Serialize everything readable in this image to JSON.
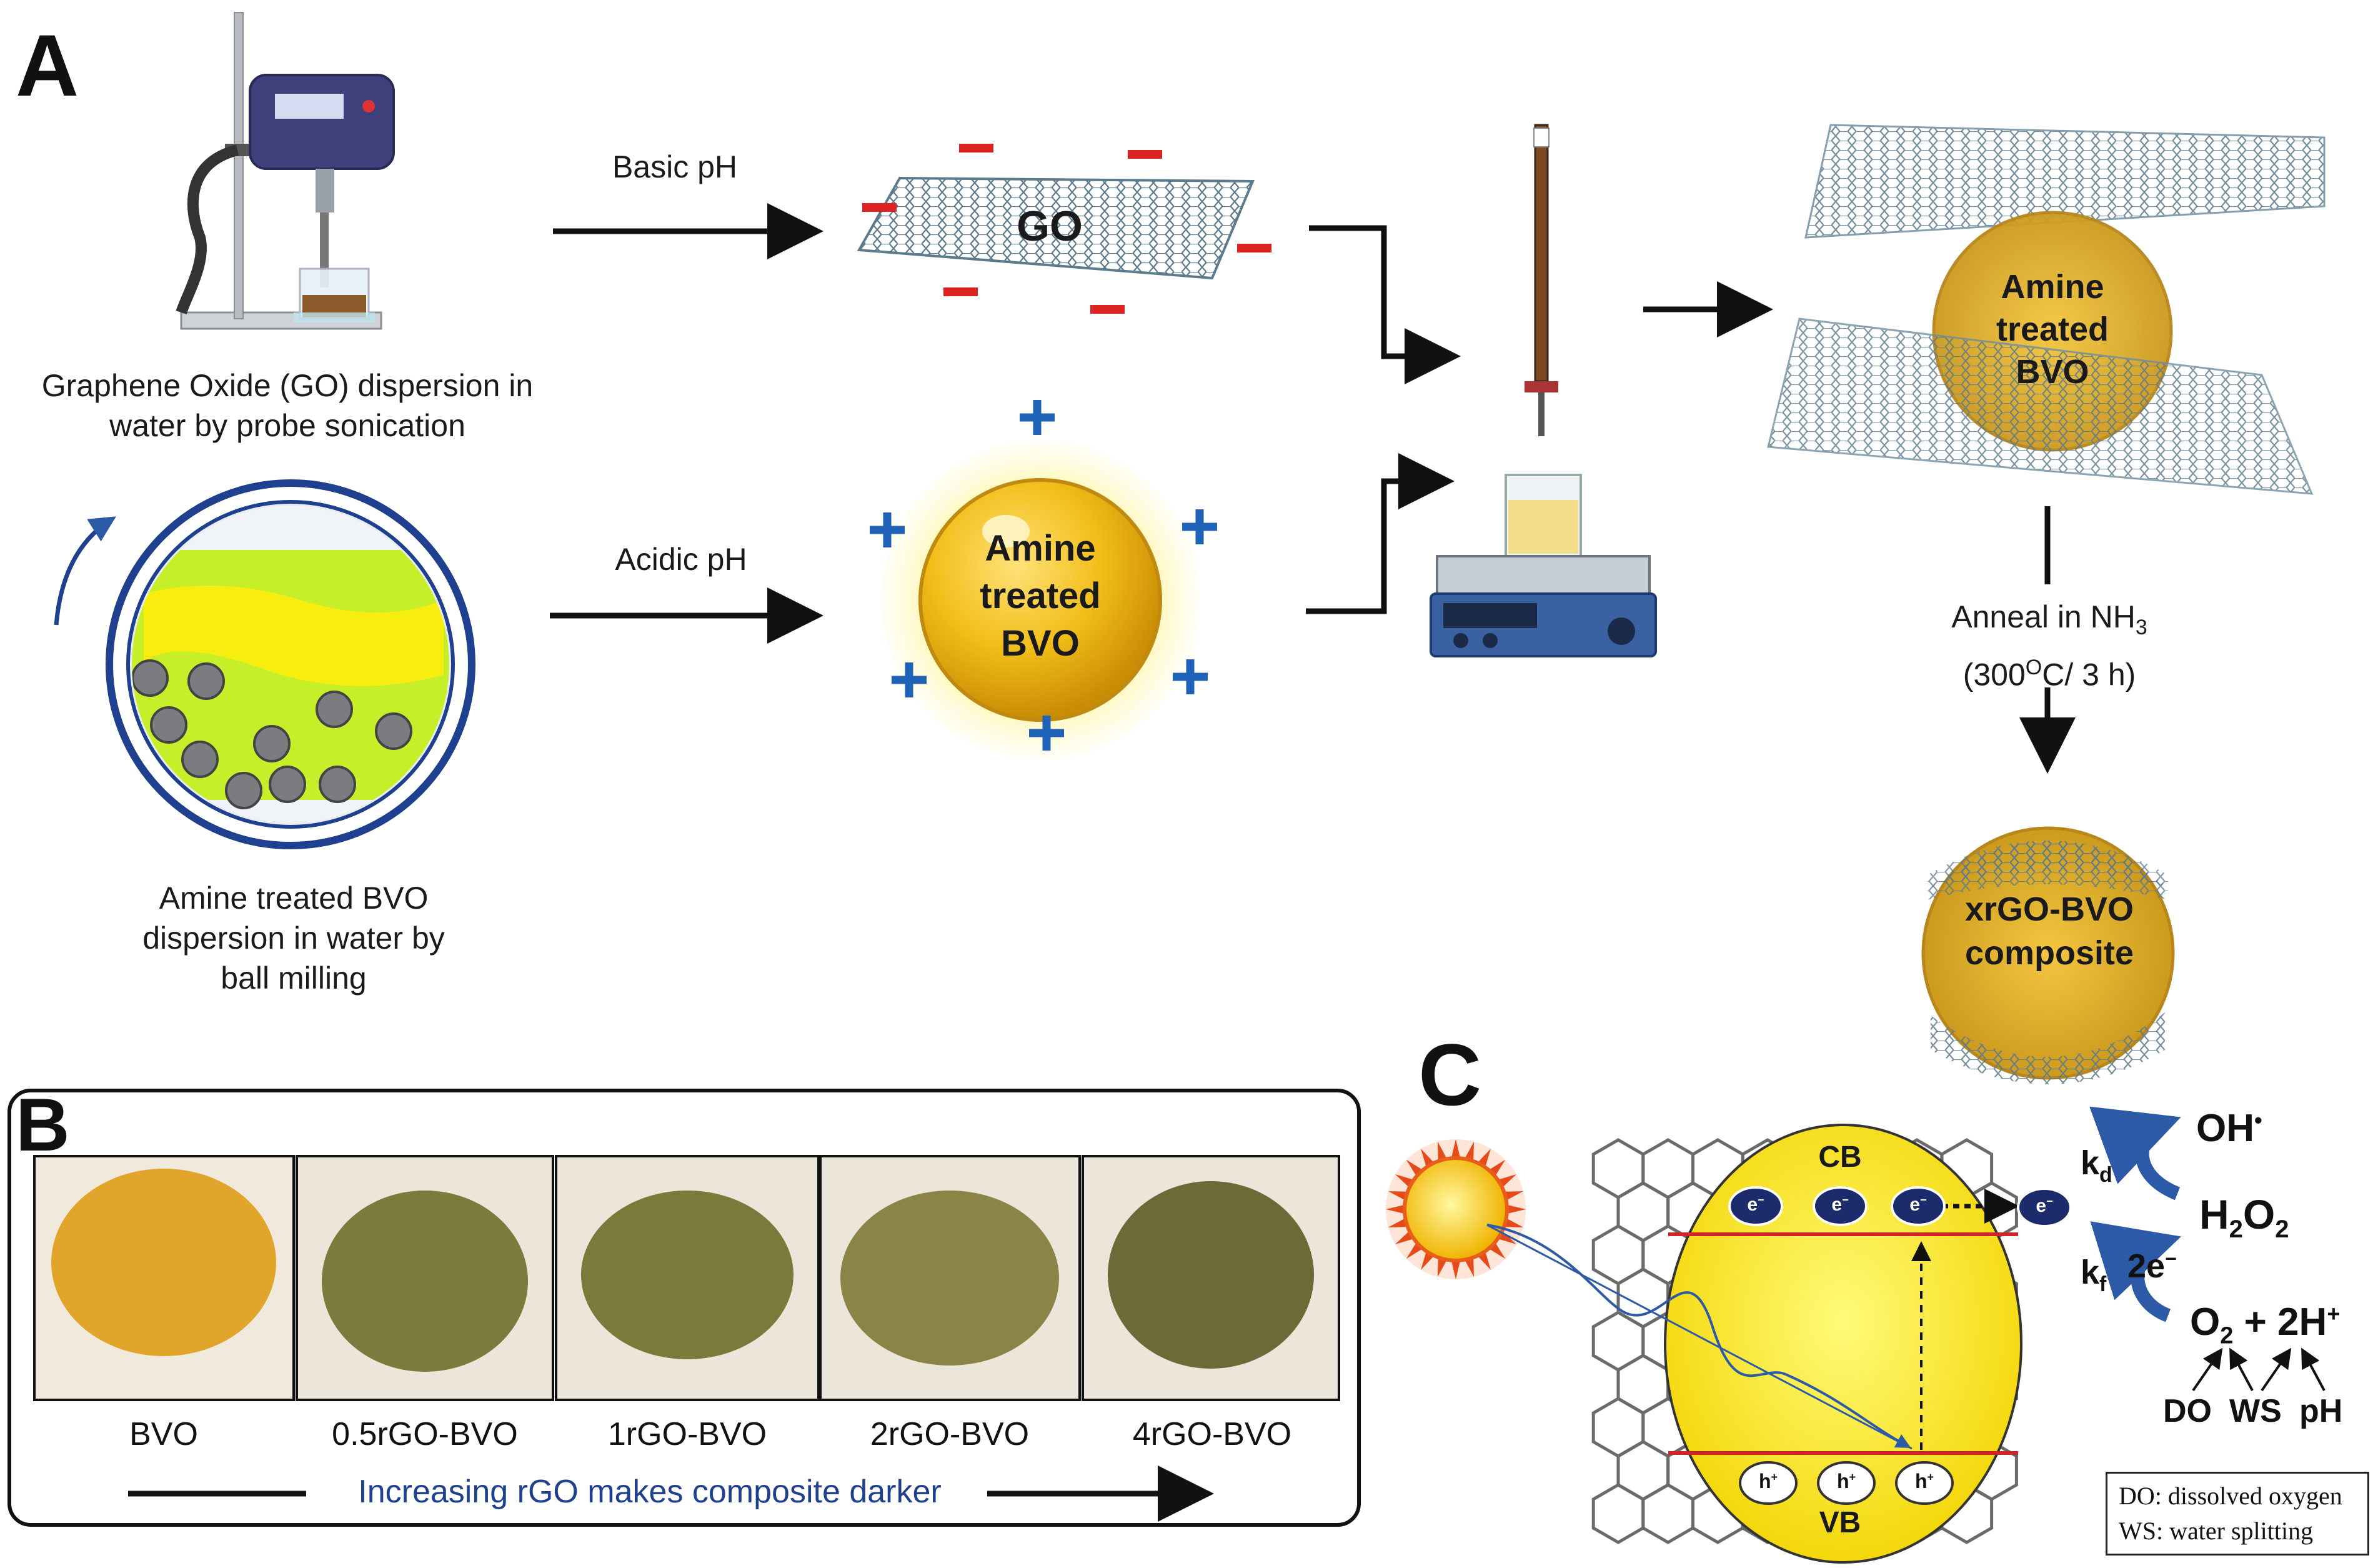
{
  "panels": {
    "a": "A",
    "b": "B",
    "c": "C"
  },
  "panel_a": {
    "go_caption": [
      "Graphene Oxide (GO) dispersion in",
      "water by probe sonication"
    ],
    "bvo_caption": [
      "Amine treated BVO",
      "dispersion in water by",
      "ball milling"
    ],
    "basic_ph": "Basic pH",
    "acidic_ph": "Acidic pH",
    "go_sheet_label": "GO",
    "bvo_sphere": [
      "Amine",
      "treated",
      "BVO"
    ],
    "sandwich_sphere": [
      "Amine",
      "treated",
      "BVO"
    ],
    "anneal": [
      "Anneal in NH",
      "3",
      "(300",
      "O",
      "C/ 3 h)"
    ],
    "composite": [
      "xrGO-BVO",
      "composite"
    ]
  },
  "panel_b": {
    "samples": [
      "BVO",
      "0.5rGO-BVO",
      "1rGO-BVO",
      "2rGO-BVO",
      "4rGO-BVO"
    ],
    "sample_colors": [
      "#e2a52c",
      "#7d7a3e",
      "#7c7a3a",
      "#8a8446",
      "#6e6a38"
    ],
    "trend": "Increasing rGO makes composite darker"
  },
  "panel_c": {
    "cb": "CB",
    "vb": "VB",
    "electron": "e",
    "hole": "h",
    "kd": "k",
    "kd_sub": "d",
    "kf": "k",
    "kf_sub": "f",
    "two_e": "2e",
    "oh": "OH",
    "h2o2": "H",
    "o2": "O",
    "two_h": "+ 2H",
    "do": "DO",
    "ws": "WS",
    "ph": "pH",
    "legend": [
      "DO: dissolved oxygen",
      "WS: water splitting"
    ]
  },
  "colors": {
    "gold": "#e8b419",
    "minus_red": "#dd2222",
    "plus_blue": "#1e63b8",
    "arrow_blue": "#2d5aa6",
    "trend_text": "#1f3f8f",
    "band_red": "#d0242b"
  }
}
